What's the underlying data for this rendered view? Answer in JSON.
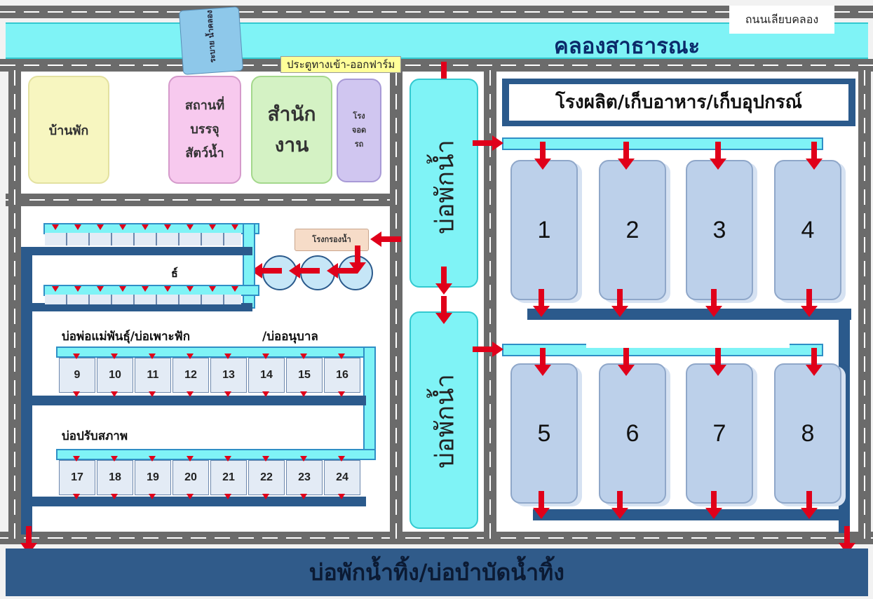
{
  "road_canal_label": "ถนนเลียบคลอง",
  "canal_label": "คลองสาธารณะ",
  "gate_label": "ประตูทางเข้า-ออกฟาร์ม",
  "water_gate_label": "ระบาย น้ำคลอง",
  "buildings": {
    "house": "บ้านพัก",
    "packing": "สถานที่ บรรจุ สัตว์น้ำ",
    "office": "สำนัก งาน",
    "garage": "โรง จอด รถ",
    "production": "โรงผลิต/เก็บอาหาร/เก็บอุปกรณ์",
    "filter_house": "โรงกรองน้ำ"
  },
  "reservoir_label": "บ่อพักน้ำ",
  "broodstock_char": "ธ์",
  "grow_ponds_top": [
    "1",
    "2",
    "3",
    "4"
  ],
  "grow_ponds_bottom": [
    "5",
    "6",
    "7",
    "8"
  ],
  "nursery_label": "บ่อพ่อแม่พันธุ์/บ่อเพาะฟัก",
  "nursing_label": "/บ่ออนุบาล",
  "nursery_ponds": [
    "9",
    "10",
    "11",
    "12",
    "13",
    "14",
    "15",
    "16"
  ],
  "acclim_label": "บ่อปรับสภาพ",
  "acclim_ponds": [
    "17",
    "18",
    "19",
    "20",
    "21",
    "22",
    "23",
    "24"
  ],
  "waste_label": "บ่อพักน้ำทิ้ง/บ่อบำบัดน้ำทิ้ง",
  "colors": {
    "canal": "#7ff3f6",
    "pond": "#bcd0ea",
    "drain": "#2b5a8c",
    "arrow": "#e0001a",
    "road": "#6b6b6b"
  }
}
